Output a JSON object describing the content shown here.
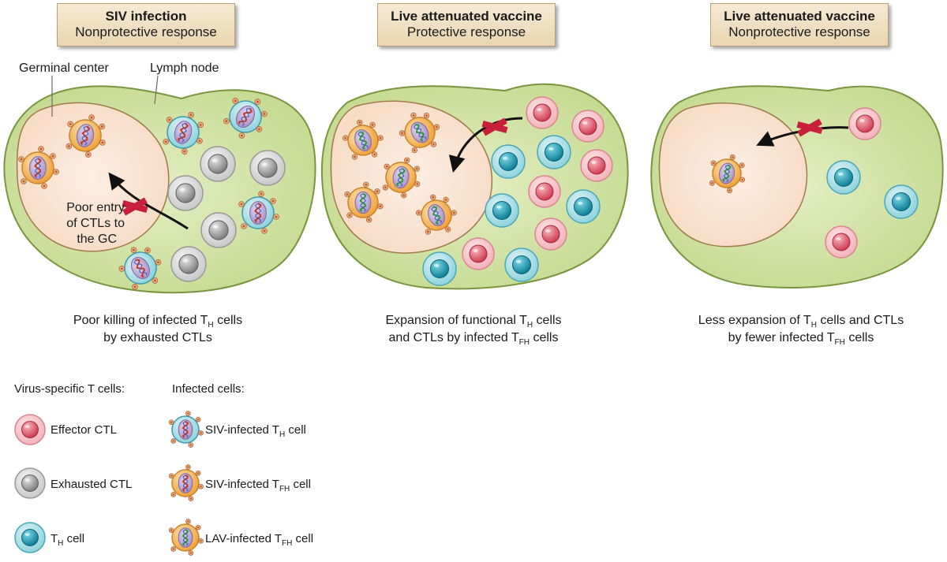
{
  "panels": [
    {
      "header_title": "SIV infection",
      "header_sub": "Nonprotective response",
      "caption_line1_a": "Poor killing of infected T",
      "caption_line1_sub": "H",
      "caption_line1_b": " cells",
      "caption_line2_a": "by exhausted CTLs",
      "caption_line2_sub": "",
      "caption_line2_b": ""
    },
    {
      "header_title": "Live attenuated vaccine",
      "header_sub": "Protective response",
      "caption_line1_a": "Expansion of functional T",
      "caption_line1_sub": "H",
      "caption_line1_b": " cells",
      "caption_line2_a": "and CTLs by infected T",
      "caption_line2_sub": "FH",
      "caption_line2_b": " cells"
    },
    {
      "header_title": "Live attenuated vaccine",
      "header_sub": "Nonprotective response",
      "caption_line1_a": "Less expansion of T",
      "caption_line1_sub": "H",
      "caption_line1_b": " cells and CTLs",
      "caption_line2_a": "by fewer infected T",
      "caption_line2_sub": "FH",
      "caption_line2_b": " cells"
    }
  ],
  "annotations": {
    "germinal_center": "Germinal center",
    "lymph_node": "Lymph node",
    "poor_entry_1": "Poor entry",
    "poor_entry_2": "of CTLs to",
    "poor_entry_3": "the GC"
  },
  "legend": {
    "virus_specific_title": "Virus-specific T cells:",
    "infected_title": "Infected cells:",
    "effector_ctl": "Effector CTL",
    "exhausted_ctl": "Exhausted CTL",
    "th_cell_a": "T",
    "th_cell_sub": "H",
    "th_cell_b": " cell",
    "siv_th_a": "SIV-infected T",
    "siv_th_sub": "H",
    "siv_th_b": " cell",
    "siv_tfh_a": "SIV-infected T",
    "siv_tfh_sub": "FH",
    "siv_tfh_b": " cell",
    "lav_tfh_a": "LAV-infected T",
    "lav_tfh_sub": "FH",
    "lav_tfh_b": " cell"
  },
  "colors": {
    "lymph_node_fill": "#cfe0a2",
    "lymph_node_stroke": "#6f8a3a",
    "gc_fill": "#fbe6d6",
    "effector_ctl": "#e8838e",
    "exhausted_ctl": "#a9a9a9",
    "th_cell": "#2fb3c4",
    "tfh_cell": "#f2a83c",
    "block_x": "#c8203a"
  }
}
